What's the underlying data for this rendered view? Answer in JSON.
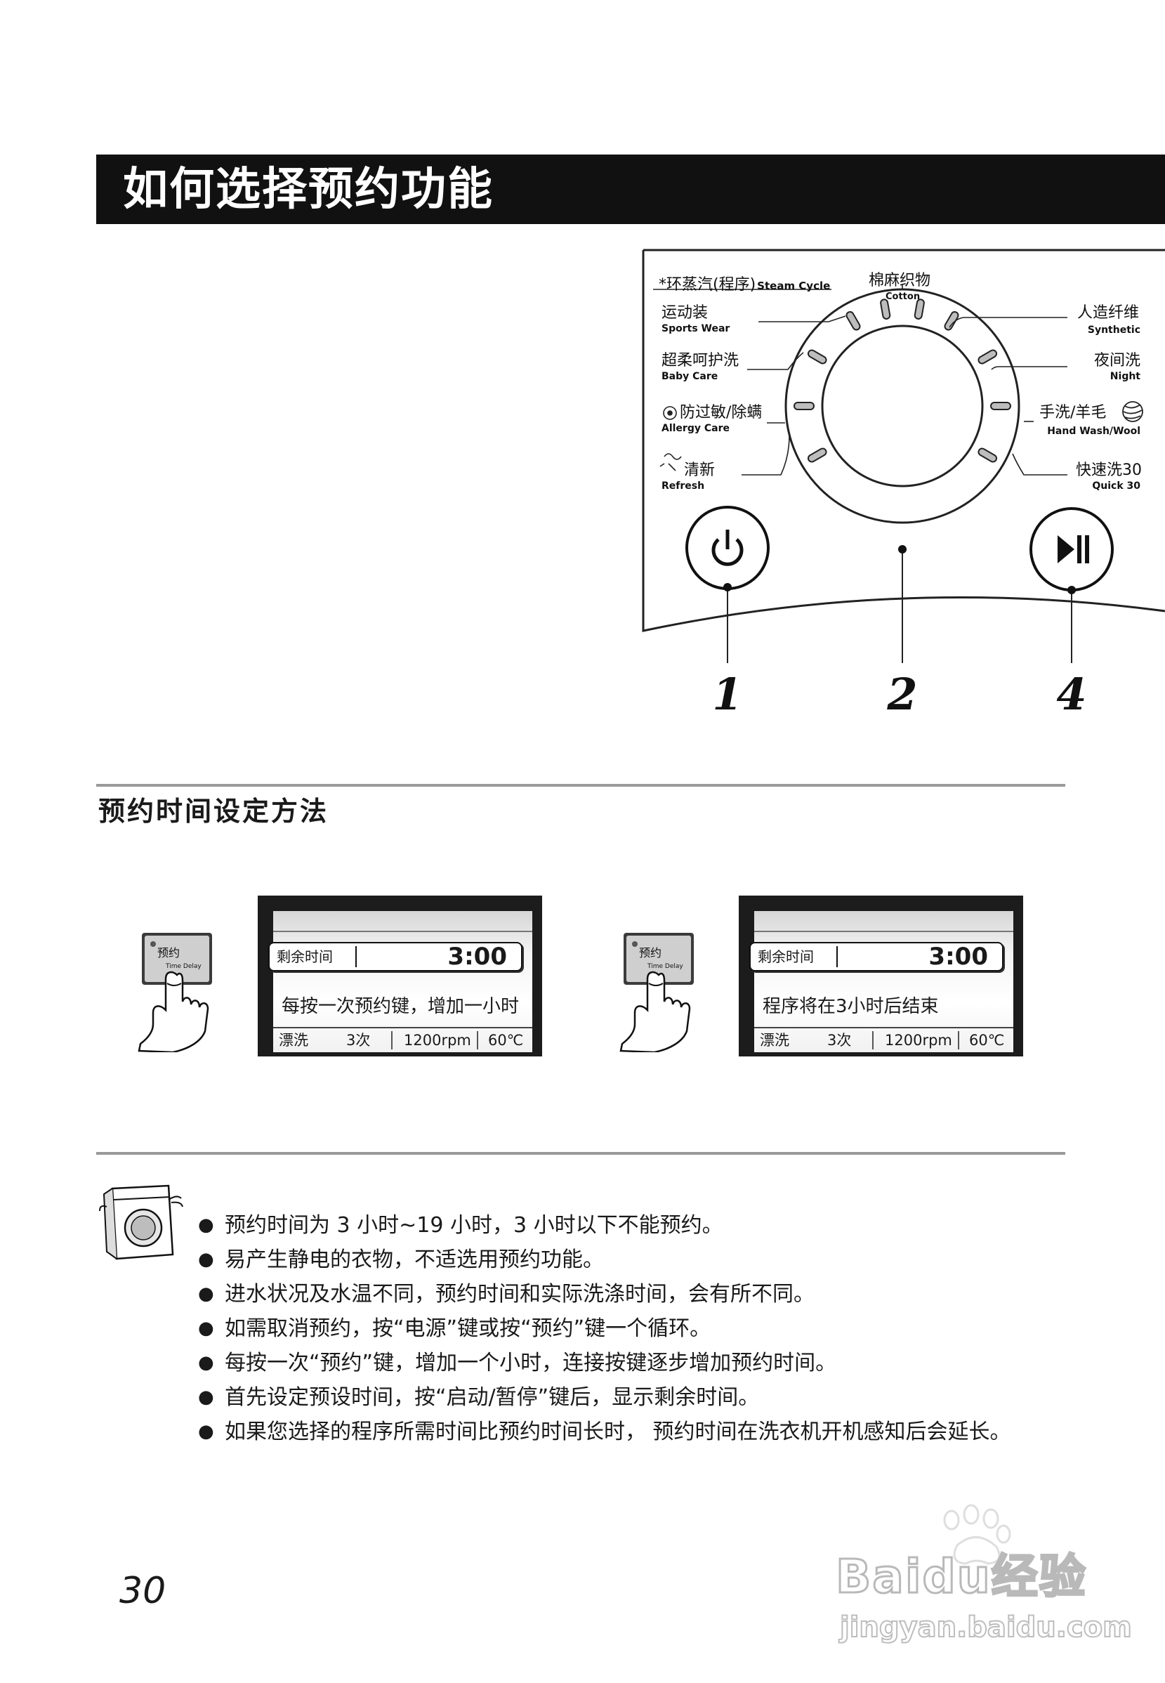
{
  "page": {
    "title": "如何选择预约功能",
    "page_number": "30"
  },
  "panel": {
    "programs": [
      {
        "cn": "*环蒸汽(程序)",
        "en": "Steam Cycle"
      },
      {
        "cn": "棉麻织物",
        "en": "Cotton"
      },
      {
        "cn": "运动装",
        "en": "Sports Wear"
      },
      {
        "cn": "人造纤维",
        "en": "Synthetic"
      },
      {
        "cn": "超柔呵护洗",
        "en": "Baby Care"
      },
      {
        "cn": "夜间洗",
        "en": "Night"
      },
      {
        "cn": "防过敏/除螨",
        "en": "Allergy Care"
      },
      {
        "cn": "手洗/羊毛",
        "en": "Hand Wash/Wool"
      },
      {
        "cn": "清新",
        "en": "Refresh"
      },
      {
        "cn": "快速洗30",
        "en": "Quick 30"
      }
    ],
    "callouts": [
      "1",
      "2",
      "4"
    ],
    "icons": [
      "power-icon",
      "play-pause-icon",
      "wool-icon",
      "allergy-icon",
      "refresh-icon"
    ]
  },
  "section": {
    "heading": "预约时间设定方法"
  },
  "steps": [
    {
      "button_cn": "预约",
      "button_en": "Time Delay",
      "remain_label": "剩余时间",
      "remain_value": "3:00",
      "message": "每按一次预约键，增加一小时",
      "status": [
        "漂洗",
        "3次",
        "1200rpm",
        "60℃"
      ]
    },
    {
      "button_cn": "预约",
      "button_en": "Time Delay",
      "remain_label": "剩余时间",
      "remain_value": "3:00",
      "message": "程序将在3小时后结束",
      "status": [
        "漂洗",
        "3次",
        "1200rpm",
        "60℃"
      ]
    }
  ],
  "notes": [
    "预约时间为 3 小时~19 小时，3 小时以下不能预约。",
    "易产生静电的衣物，不适选用预约功能。",
    "进水状况及水温不同，预约时间和实际洗涤时间，会有所不同。",
    "如需取消预约，按“电源”键或按“预约”键一个循环。",
    "每按一次“预约”键，增加一个小时，连接按键逐步增加预约时间。",
    "首先设定预设时间，按“启动/暂停”键后，显示剩余时间。",
    "如果您选择的程序所需时间比预约时间长时， 预约时间在洗衣机开机感知后会延长。"
  ],
  "watermark": {
    "brand": "Baidu经验",
    "url": "jingyan.baidu.com"
  },
  "colors": {
    "title_bar": "#111111",
    "rule": "#9a9a9a",
    "text": "#1a1a1a"
  }
}
